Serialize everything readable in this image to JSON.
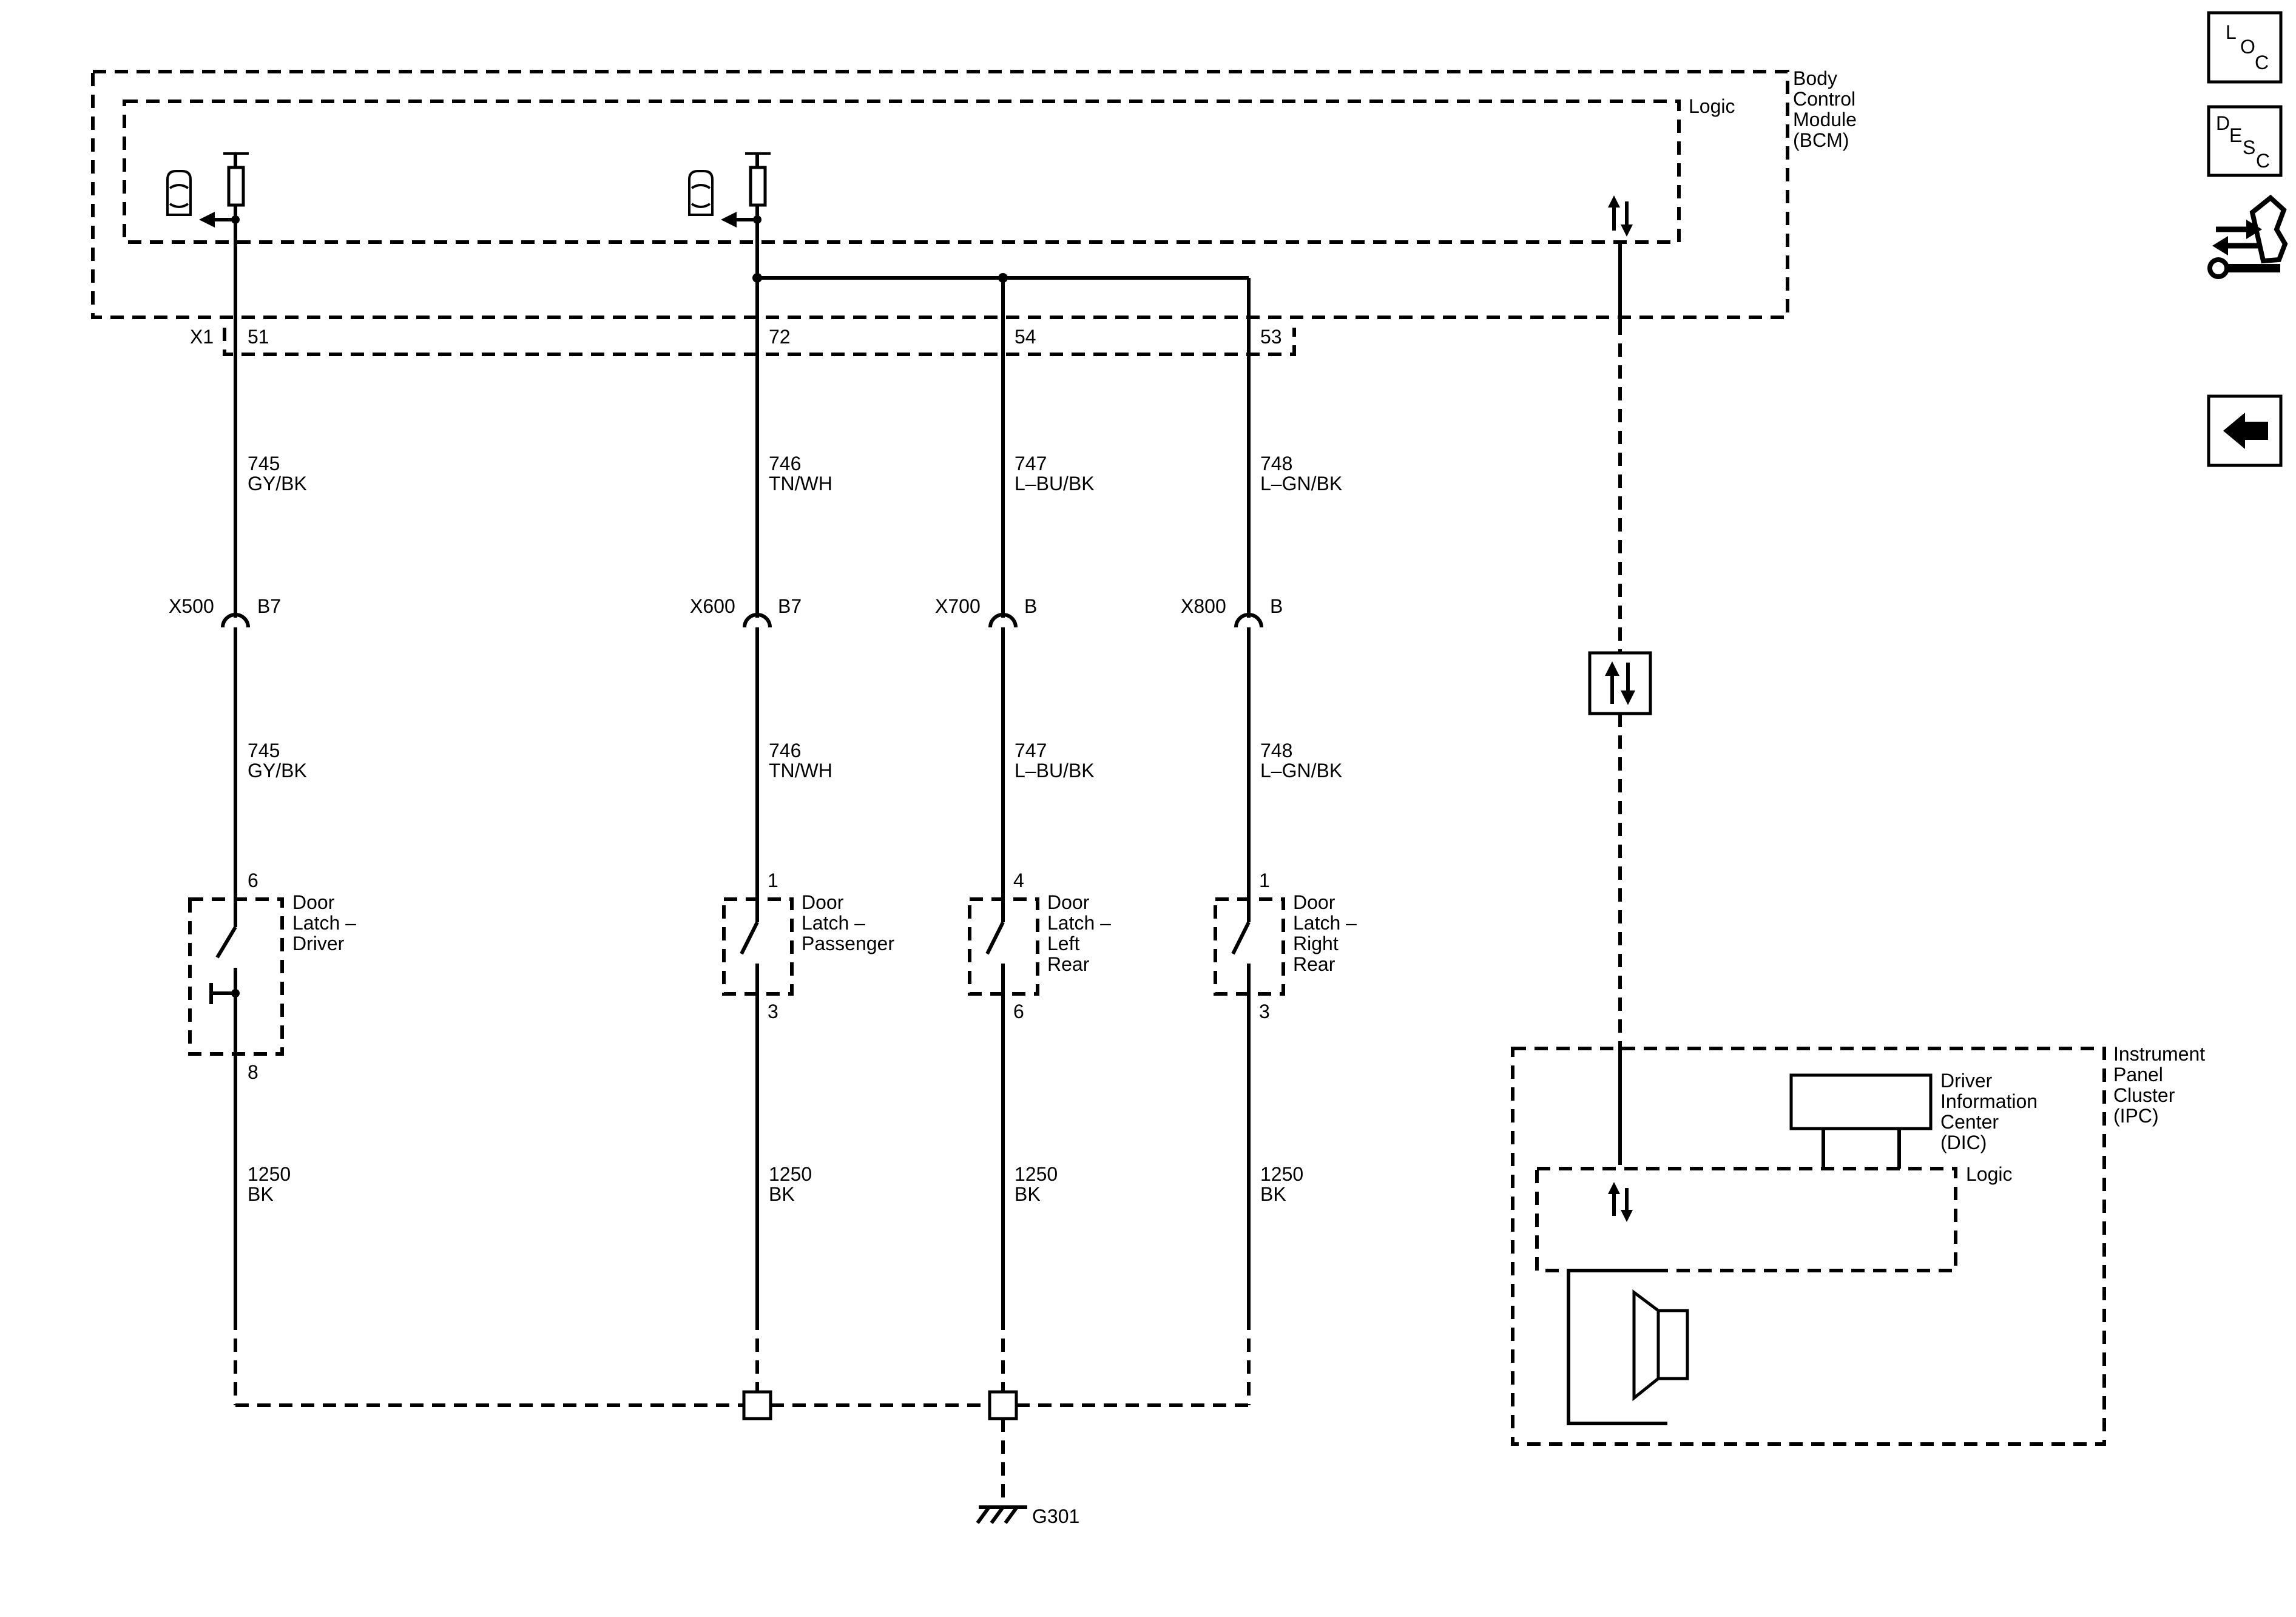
{
  "modules": {
    "bcm": {
      "name_lines": [
        "Body",
        "Control",
        "Module",
        "(BCM)"
      ],
      "logic_label": "Logic"
    },
    "ipc": {
      "name_lines": [
        "Instrument",
        "Panel",
        "Cluster",
        "(IPC)"
      ],
      "logic_label": "Logic"
    },
    "dic": {
      "name_lines": [
        "Driver",
        "Information",
        "Center",
        "(DIC)"
      ]
    }
  },
  "bcm_connector": {
    "label": "X1",
    "pins": [
      "51",
      "72",
      "54",
      "53"
    ]
  },
  "circuits": [
    {
      "id": "driver",
      "pin": "51",
      "circuit": "745",
      "color": "GY/BK",
      "inline_connector": "X500",
      "inline_pin": "B7",
      "latch_lines": [
        "Door",
        "Latch –",
        "Driver"
      ],
      "latch_pin_top": "6",
      "latch_pin_bottom": "8",
      "ground_circuit": "1250",
      "ground_color": "BK"
    },
    {
      "id": "passenger",
      "pin": "72",
      "circuit": "746",
      "color": "TN/WH",
      "inline_connector": "X600",
      "inline_pin": "B7",
      "latch_lines": [
        "Door",
        "Latch –",
        "Passenger"
      ],
      "latch_pin_top": "1",
      "latch_pin_bottom": "3",
      "ground_circuit": "1250",
      "ground_color": "BK"
    },
    {
      "id": "left-rear",
      "pin": "54",
      "circuit": "747",
      "color": "L–BU/BK",
      "inline_connector": "X700",
      "inline_pin": "B",
      "latch_lines": [
        "Door",
        "Latch –",
        "Left",
        "Rear"
      ],
      "latch_pin_top": "4",
      "latch_pin_bottom": "6",
      "ground_circuit": "1250",
      "ground_color": "BK"
    },
    {
      "id": "right-rear",
      "pin": "53",
      "circuit": "748",
      "color": "L–GN/BK",
      "inline_connector": "X800",
      "inline_pin": "B",
      "latch_lines": [
        "Door",
        "Latch –",
        "Right",
        "Rear"
      ],
      "latch_pin_top": "1",
      "latch_pin_bottom": "3",
      "ground_circuit": "1250",
      "ground_color": "BK"
    }
  ],
  "ground": {
    "label": "G301"
  },
  "nav": [
    {
      "id": "loc",
      "icon": "loc-icon",
      "letters": [
        "L",
        "O",
        "C"
      ]
    },
    {
      "id": "desc",
      "icon": "desc-icon",
      "letters": [
        "D",
        "E",
        "S",
        "C"
      ]
    },
    {
      "id": "diag",
      "icon": "connector-wrench-icon"
    },
    {
      "id": "back",
      "icon": "back-arrow-icon"
    }
  ]
}
